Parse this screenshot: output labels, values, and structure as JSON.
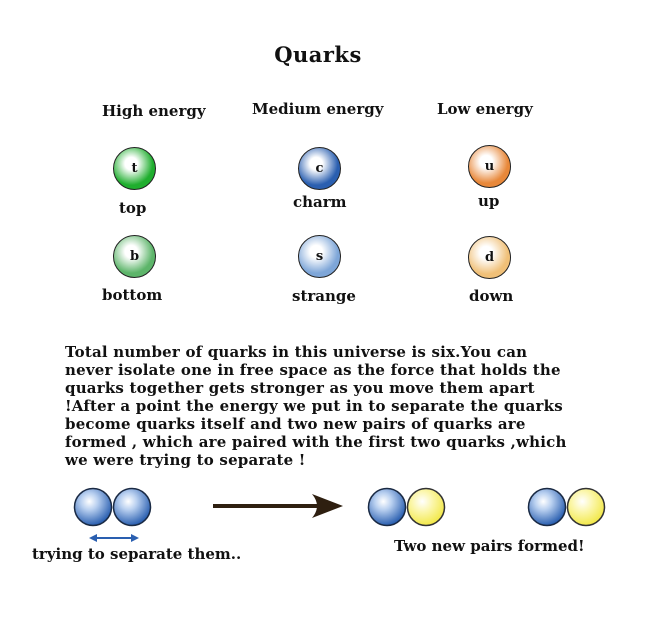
{
  "title": "Quarks",
  "columns": [
    {
      "heading": "High energy",
      "quarks": [
        {
          "symbol": "t",
          "name": "top",
          "color": "#1fae2e"
        },
        {
          "symbol": "b",
          "name": "bottom",
          "color": "#5db56a"
        }
      ]
    },
    {
      "heading": "Medium energy",
      "quarks": [
        {
          "symbol": "c",
          "name": "charm",
          "color": "#2a5fb0"
        },
        {
          "symbol": "s",
          "name": "strange",
          "color": "#7ea6d8"
        }
      ]
    },
    {
      "heading": "Low energy",
      "quarks": [
        {
          "symbol": "u",
          "name": "up",
          "color": "#e8883a"
        },
        {
          "symbol": "d",
          "name": "down",
          "color": "#f0c078"
        }
      ]
    }
  ],
  "paragraph": "Total number of quarks in this universe is six.You can\nnever isolate one in free space as the force that holds the\nquarks together gets stronger as you move them apart\n!After a point the energy we put in to separate the quarks\nbecome quarks itself and two new pairs of quarks are\nformed , which are paired with the first two quarks ,which\nwe were trying to separate !",
  "illustration": {
    "left_caption": "trying to separate them..",
    "right_caption": "Two new pairs formed!",
    "blue_color": "#2a5fb0",
    "yellow_color": "#f2e84a",
    "arrow_color": "#2e1f10"
  }
}
